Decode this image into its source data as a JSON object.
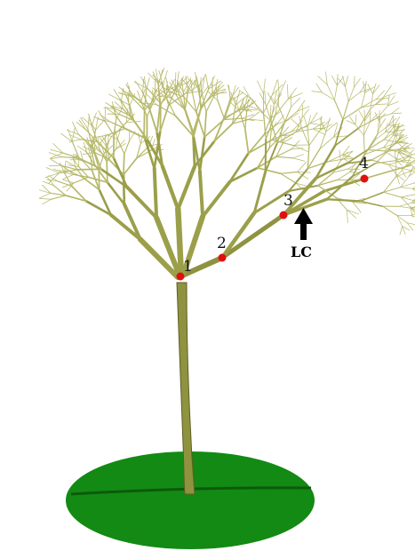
{
  "colors": {
    "ground": "#138a13",
    "ground_shadow": "#0b5a0b",
    "trunk": "#8f9340",
    "trunk_dark": "#5d5f22",
    "branch": "#9b9f4a",
    "twig": "#b6b86a",
    "point": "#e01010",
    "arrow": "#000000"
  },
  "points": [
    {
      "label": "1"
    },
    {
      "label": "2"
    },
    {
      "label": "3"
    },
    {
      "label": "4"
    }
  ],
  "annotation": {
    "label": "LC",
    "icon": "arrow-up-icon"
  }
}
